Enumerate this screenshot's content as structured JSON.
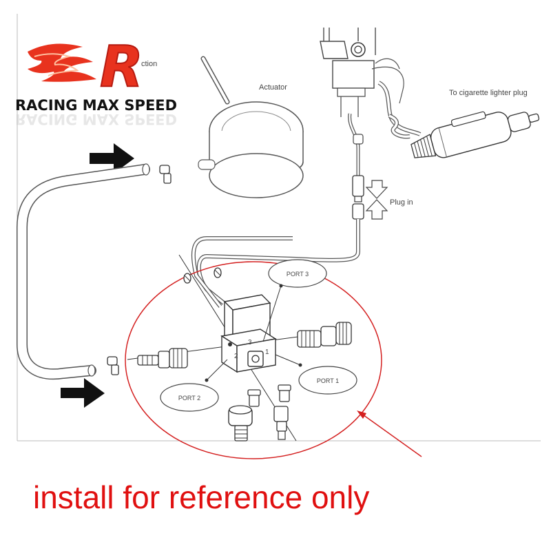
{
  "brand": {
    "logo_letter": "R",
    "name": "RACING MAX SPEED",
    "colors": {
      "flame": "#e8321e",
      "flame_dark": "#b51a10",
      "text": "#111111"
    }
  },
  "diagram": {
    "labels": {
      "partial_top": "ction",
      "actuator": "Actuator",
      "lighter": "To cigarette lighter plug",
      "plug_in": "Plug in",
      "port3": "PORT 3",
      "port2": "PORT 2",
      "port1": "PORT 1",
      "block_num_2": "2",
      "block_num_3": "3",
      "block_num_1": "1"
    },
    "colors": {
      "line": "#555555",
      "dark": "#222222",
      "circle": "#d42020",
      "arrow_fill": "#111111"
    }
  },
  "caption": {
    "text": "install for reference only",
    "color": "#e01010"
  }
}
